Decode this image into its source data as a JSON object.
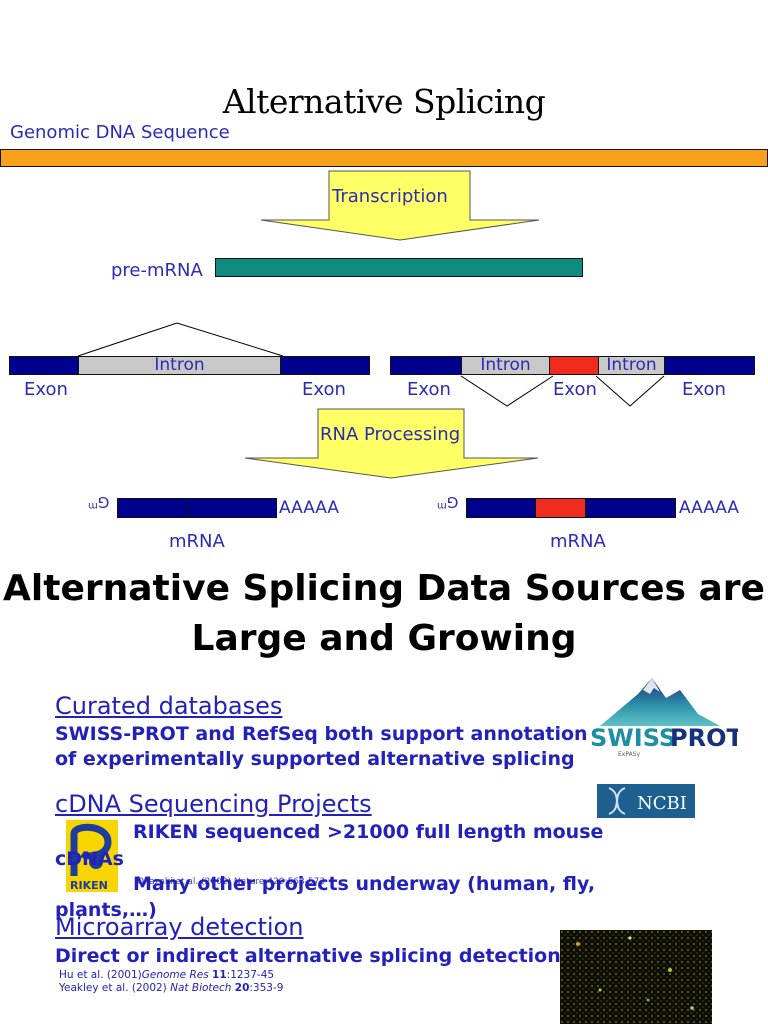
{
  "slide1": {
    "title": "Alternative Splicing",
    "genomic_label": "Genomic DNA Sequence",
    "transcription_label": "Transcription",
    "premrna_label": "pre-mRNA",
    "left_construct": {
      "intron": "Intron",
      "exon_left": "Exon",
      "exon_right": "Exon"
    },
    "right_construct": {
      "intron_1": "Intron",
      "intron_2": "Intron",
      "exon_1": "Exon",
      "exon_2": "Exon",
      "exon_3": "Exon"
    },
    "rna_processing_label": "RNA Processing",
    "left_mrna": {
      "cap": "G",
      "cap_super": "m",
      "polyA": "AAAAA",
      "label": "mRNA"
    },
    "right_mrna": {
      "cap": "G",
      "cap_super": "m",
      "polyA": "AAAAA",
      "label": "mRNA"
    },
    "colors": {
      "genomic": "#f7a21b",
      "premrna": "#0f8a7e",
      "exon": "#00008f",
      "intron": "#c8c8c8",
      "alt_exon": "#ee2b1d",
      "arrow": "#ffff66"
    }
  },
  "slide2": {
    "title": "Alternative Splicing Data Sources are Large and Growing",
    "sections": [
      {
        "heading": "Curated databases",
        "lines": [
          "SWISS-PROT and RefSeq both support annotation",
          "of experimentally supported alternative splicing"
        ]
      },
      {
        "heading": "cDNA Sequencing Projects",
        "lines": [
          "RIKEN sequenced >21000 full length mouse",
          "cDNAs",
          "Many other projects underway (human, fly,",
          "plants,…)"
        ]
      },
      {
        "heading": "Microarray detection",
        "lines": [
          "Direct or indirect alternative splicing detection"
        ]
      }
    ],
    "overlay_citation": "Okazaki et al. (2002) Nature 420:563-573",
    "citations": [
      {
        "authors": "Hu et al. (2001)",
        "journal": "Genome Res",
        "volume": "11",
        "pages": ":1237-45"
      },
      {
        "authors": "Yeakley et al. (2002)",
        "journal": "Nat Biotech",
        "volume": "20",
        "pages": ":353-9"
      }
    ],
    "logos": {
      "swissprot": {
        "text_a": "SWISS",
        "text_b": "PROT",
        "small": "ExPASy"
      },
      "ncbi": {
        "text": "NCBI"
      },
      "riken": {
        "text": "RIKEN"
      }
    }
  }
}
